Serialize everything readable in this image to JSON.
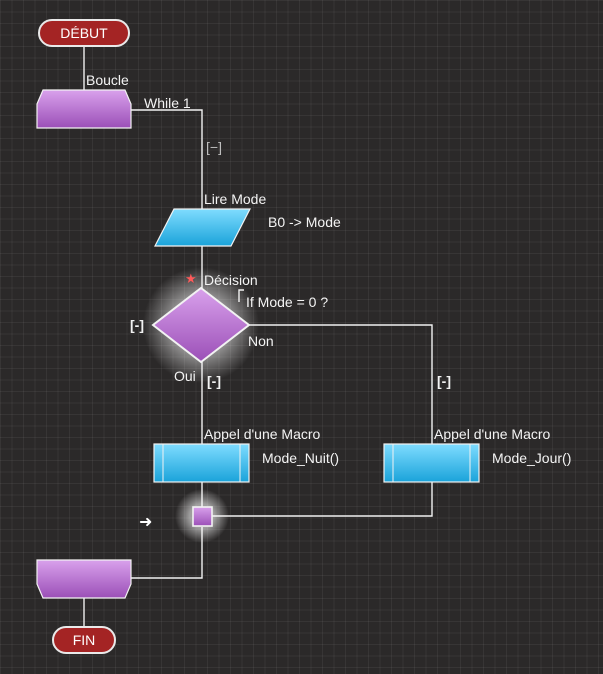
{
  "flowchart": {
    "start": "DÉBUT",
    "end": "FIN",
    "loop": {
      "label": "Boucle",
      "condition": "While 1",
      "collapse": "[−]"
    },
    "read": {
      "label": "Lire Mode",
      "detail": "B0 -> Mode"
    },
    "decision": {
      "label": "Décision",
      "condition": "If  Mode = 0 ?",
      "yes": "Oui",
      "no": "Non",
      "collapse_left": "[-]",
      "collapse_yes": "[-]",
      "collapse_no": "[-]"
    },
    "macro_left": {
      "label": "Appel d'une Macro",
      "detail": "Mode_Nuit()"
    },
    "macro_right": {
      "label": "Appel d'une Macro",
      "detail": "Mode_Jour()"
    }
  },
  "colors": {
    "purple": "#c27ad6",
    "cyan": "#2ab4e6",
    "terminal": "#a42424",
    "background": "#2b2929"
  }
}
